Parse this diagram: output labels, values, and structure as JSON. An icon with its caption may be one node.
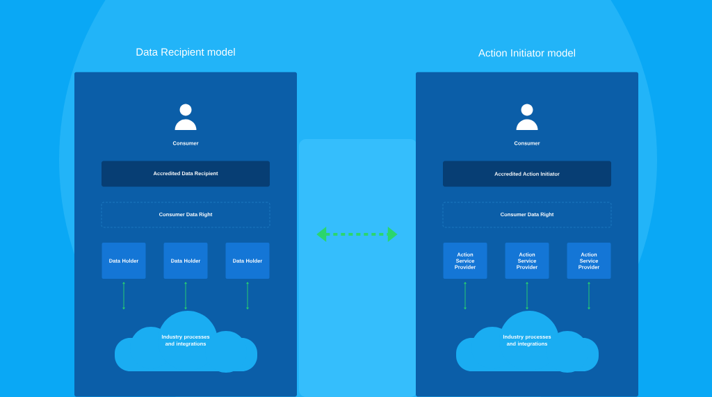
{
  "diagram": {
    "nodes": [
      {
        "text": [
          "Data Recipient model"
        ]
      },
      {
        "text": [
          "Consumer"
        ],
        "in": 0
      },
      {
        "text": [
          "Accredited Data Recipient"
        ],
        "in": 0
      },
      {
        "text": [
          "Consumer Data Right"
        ],
        "in": 0
      },
      {
        "text": [
          "Data Holder"
        ],
        "in": 0
      },
      {
        "text": [
          "Data Holder"
        ],
        "in": 0
      },
      {
        "text": [
          "Data Holder"
        ],
        "in": 0
      },
      {
        "text": [
          "Industry processes and integrations"
        ],
        "in": 0
      },
      {
        "text": [
          "Action Initiator model"
        ]
      },
      {
        "text": [
          "Consumer"
        ],
        "in": 8
      },
      {
        "text": [
          "Accredited Action Initiator"
        ],
        "in": 8
      },
      {
        "text": [
          "Consumer Data Right"
        ],
        "in": 8
      },
      {
        "text": [
          "Action Service Provider"
        ],
        "in": 8
      },
      {
        "text": [
          "Action Service Provider"
        ],
        "in": 8
      },
      {
        "text": [
          "Action Service Provider"
        ],
        "in": 8
      },
      {
        "text": [
          "Industry processes and integrations"
        ],
        "in": 8
      }
    ],
    "edges": [
      {
        "from": 4,
        "to": 7,
        "arrow": "both"
      },
      {
        "from": 5,
        "to": 7,
        "arrow": "both"
      },
      {
        "from": 6,
        "to": 7,
        "arrow": "both"
      },
      {
        "from": 12,
        "to": 15,
        "arrow": "both"
      },
      {
        "from": 13,
        "to": 15,
        "arrow": "both"
      },
      {
        "from": 14,
        "to": 15,
        "arrow": "both"
      },
      {
        "from": 0,
        "to": 8,
        "arrow": "both",
        "style": "dashed"
      }
    ]
  }
}
